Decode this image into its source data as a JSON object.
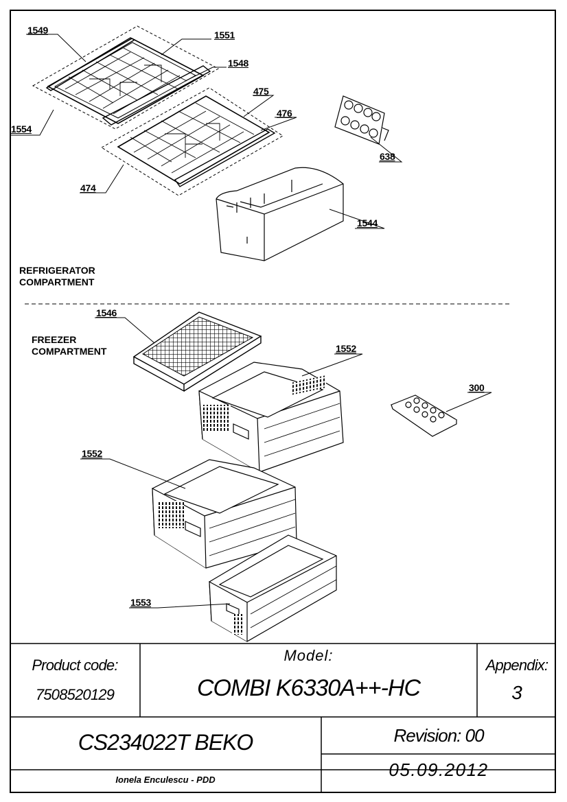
{
  "parts": {
    "p1549": "1549",
    "p1551": "1551",
    "p1548": "1548",
    "p1554": "1554",
    "p475": "475",
    "p476": "476",
    "p474": "474",
    "p638": "638",
    "p1544": "1544",
    "p1546": "1546",
    "p1552a": "1552",
    "p300": "300",
    "p1552b": "1552",
    "p1553": "1553"
  },
  "sections": {
    "refrigerator_line1": "REFRIGERATOR",
    "refrigerator_line2": "COMPARTMENT",
    "freezer_line1": "FREEZER",
    "freezer_line2": "COMPARTMENT"
  },
  "title_block": {
    "product_code_label": "Product code:",
    "product_code": "7508520129",
    "model_label": "Model:",
    "model": "COMBI K6330A++-HC",
    "appendix_label": "Appendix:",
    "appendix": "3",
    "document": "CS234022T BEKO",
    "revision": "Revision: 00",
    "author": "Ionela Enculescu - PDD",
    "date": "05.09.2012"
  }
}
